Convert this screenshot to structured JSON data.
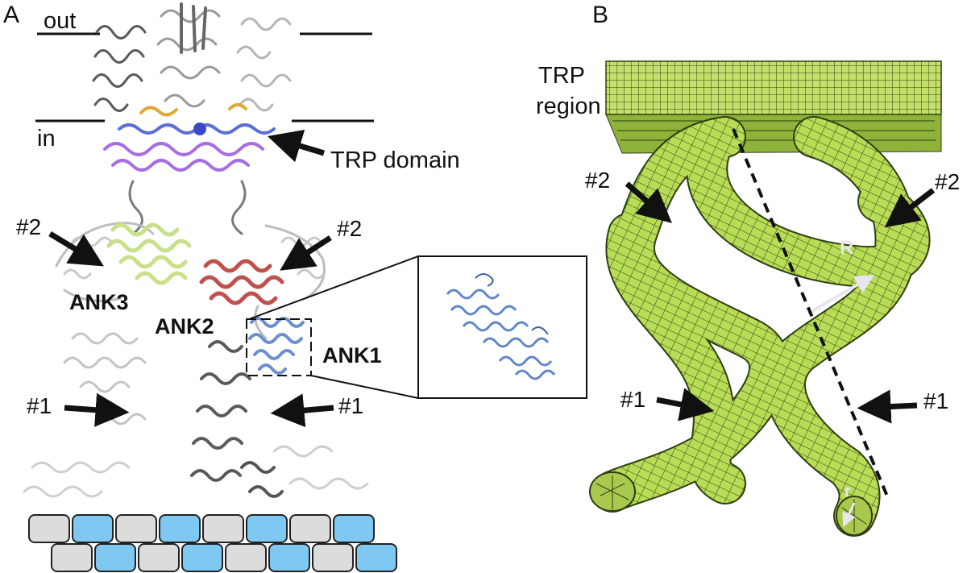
{
  "panel_a": {
    "letter": "A",
    "membrane_out": "out",
    "membrane_in": "in",
    "trp_domain_label": "TRP domain",
    "ank1_label": "ANK1",
    "ank2_label": "ANK2",
    "ank3_label": "ANK3",
    "site_2_left": "#2",
    "site_2_right": "#2",
    "site_1_left": "#1",
    "site_1_right": "#1"
  },
  "panel_b": {
    "letter": "B",
    "trp_region_line1": "TRP",
    "trp_region_line2": "region",
    "site_2_left": "#2",
    "site_2_right": "#2",
    "site_1_left": "#1",
    "site_1_right": "#1",
    "radius_big": "R",
    "radius_small": "r"
  },
  "colors": {
    "trp_domain": "#5b6fd6",
    "pre_s1": "#a66ee0",
    "ank1": "#6b8fd0",
    "ank2": "#c0504d",
    "ank3": "#c8e08a",
    "spring_fill": "#b8dc55",
    "spring_mesh": "#2f3d12",
    "block_gray": "#dcdcdc",
    "block_blue": "#7ec8f2",
    "arrow": "#111111"
  },
  "icons": [
    "arrow-icon",
    "helix-structure",
    "spring-model",
    "mesh-block"
  ]
}
